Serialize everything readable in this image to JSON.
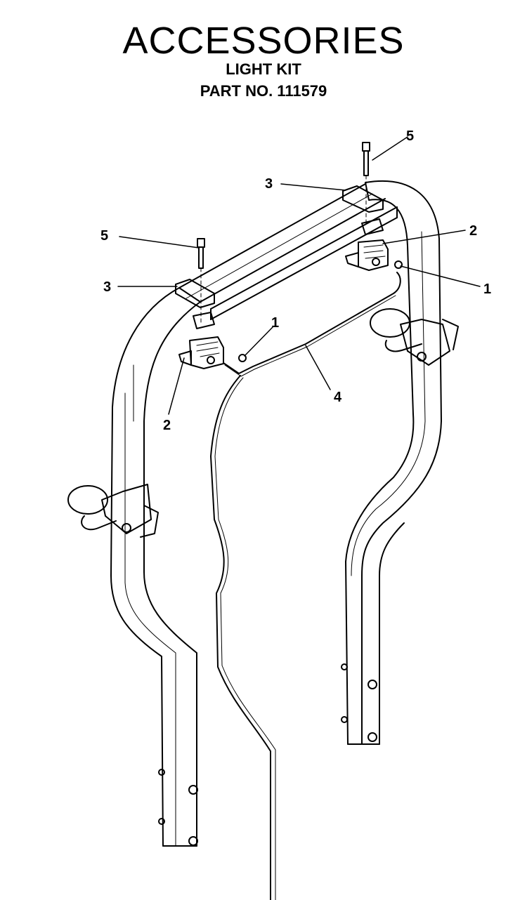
{
  "header": {
    "title": "ACCESSORIES",
    "subtitle": "LIGHT KIT",
    "part_number": "PART NO. 111579"
  },
  "callouts": {
    "bolt_right": "5",
    "clamp_right": "3",
    "bolt_left": "5",
    "light_right": "2",
    "nut_right": "1",
    "clamp_left": "3",
    "nut_left": "1",
    "harness": "4",
    "light_left": "2"
  },
  "colors": {
    "line": "#000000",
    "background": "#ffffff"
  }
}
